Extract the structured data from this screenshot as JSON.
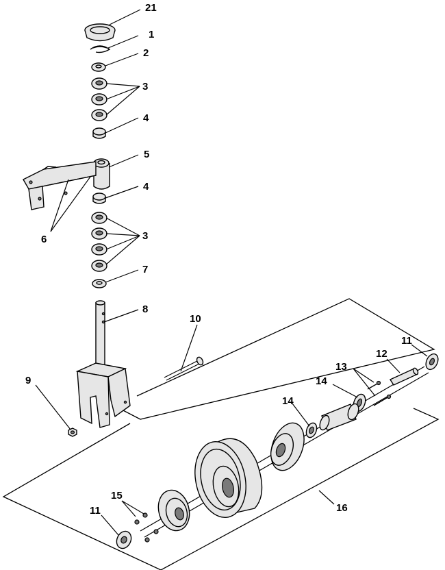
{
  "callouts": {
    "c21": "21",
    "c1": "1",
    "c2": "2",
    "c3a": "3",
    "c4a": "4",
    "c5": "5",
    "c4b": "4",
    "c6": "6",
    "c3b": "3",
    "c7": "7",
    "c8": "8",
    "c10": "10",
    "c9": "9",
    "c11a": "11",
    "c12": "12",
    "c13": "13",
    "c14a": "14",
    "c14b": "14",
    "c16": "16",
    "c15": "15",
    "c11b": "11"
  }
}
